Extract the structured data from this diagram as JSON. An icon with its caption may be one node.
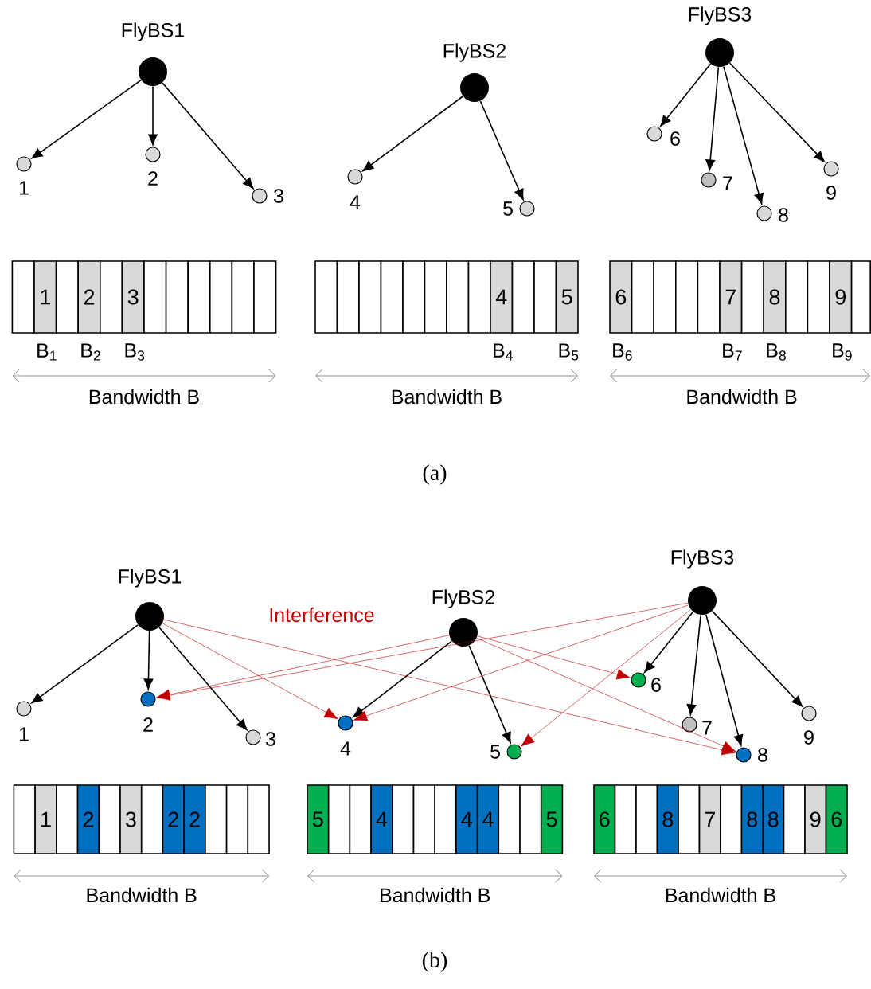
{
  "diagram": {
    "nodes": [
      {
        "text": [
          "FlyBS1"
        ]
      },
      {
        "text": [
          "1"
        ]
      },
      {
        "text": [
          "2"
        ]
      },
      {
        "text": [
          "3"
        ]
      },
      {
        "text": [
          "FlyBS2"
        ]
      },
      {
        "text": [
          "4"
        ]
      },
      {
        "text": [
          "5"
        ]
      },
      {
        "text": [
          "FlyBS3"
        ]
      },
      {
        "text": [
          "6"
        ]
      },
      {
        "text": [
          "7"
        ]
      },
      {
        "text": [
          "8"
        ]
      },
      {
        "text": [
          "9"
        ]
      },
      {
        "text": [],
        "shape": "box"
      },
      {
        "text": [
          "1"
        ]
      },
      {
        "text": [],
        "shape": "box"
      },
      {
        "text": [
          "2"
        ]
      },
      {
        "text": [],
        "shape": "box"
      },
      {
        "text": [
          "3"
        ]
      },
      {
        "text": [],
        "shape": "box"
      },
      {
        "text": [],
        "shape": "box"
      },
      {
        "text": [],
        "shape": "box"
      },
      {
        "text": [],
        "shape": "box"
      },
      {
        "text": [],
        "shape": "box"
      },
      {
        "text": [],
        "shape": "box"
      },
      {
        "text": [],
        "shape": "box"
      },
      {
        "text": [],
        "shape": "box"
      },
      {
        "text": [],
        "shape": "box"
      },
      {
        "text": [],
        "shape": "box"
      },
      {
        "text": [],
        "shape": "box"
      },
      {
        "text": [],
        "shape": "box"
      },
      {
        "text": [],
        "shape": "box"
      },
      {
        "text": [],
        "shape": "box"
      },
      {
        "text": [
          "4"
        ]
      },
      {
        "text": [],
        "shape": "box"
      },
      {
        "text": [],
        "shape": "box"
      },
      {
        "text": [
          "5"
        ]
      },
      {
        "text": [
          "6"
        ]
      },
      {
        "text": [],
        "shape": "box"
      },
      {
        "text": [],
        "shape": "box"
      },
      {
        "text": [],
        "shape": "box"
      },
      {
        "text": [],
        "shape": "box"
      },
      {
        "text": [
          "7"
        ]
      },
      {
        "text": [],
        "shape": "box"
      },
      {
        "text": [
          "8"
        ]
      },
      {
        "text": [],
        "shape": "box"
      },
      {
        "text": [],
        "shape": "box"
      },
      {
        "text": [
          "9"
        ]
      },
      {
        "text": [],
        "shape": "box"
      },
      {
        "text": [
          "FlyBS1"
        ]
      },
      {
        "text": [
          "1"
        ]
      },
      {
        "text": [
          "2"
        ]
      },
      {
        "text": [
          "3"
        ]
      },
      {
        "text": [
          "FlyBS2"
        ]
      },
      {
        "text": [
          "4"
        ]
      },
      {
        "text": [
          "5"
        ]
      },
      {
        "text": [
          "FlyBS3"
        ]
      },
      {
        "text": [
          "6"
        ]
      },
      {
        "text": [
          "7"
        ]
      },
      {
        "text": [
          "8"
        ]
      },
      {
        "text": [
          "9"
        ]
      },
      {
        "text": [],
        "shape": "box"
      },
      {
        "text": [
          "1"
        ]
      },
      {
        "text": [],
        "shape": "box"
      },
      {
        "text": [
          "2"
        ]
      },
      {
        "text": [],
        "shape": "box"
      },
      {
        "text": [
          "3"
        ]
      },
      {
        "text": [],
        "shape": "box"
      },
      {
        "text": [
          "2"
        ]
      },
      {
        "text": [
          "2"
        ]
      },
      {
        "text": [],
        "shape": "box"
      },
      {
        "text": [],
        "shape": "box"
      },
      {
        "text": [],
        "shape": "box"
      },
      {
        "text": [
          "5"
        ]
      },
      {
        "text": [],
        "shape": "box"
      },
      {
        "text": [],
        "shape": "box"
      },
      {
        "text": [
          "4"
        ]
      },
      {
        "text": [],
        "shape": "box"
      },
      {
        "text": [],
        "shape": "box"
      },
      {
        "text": [],
        "shape": "box"
      },
      {
        "text": [
          "4"
        ]
      },
      {
        "text": [
          "4"
        ]
      },
      {
        "text": [],
        "shape": "box"
      },
      {
        "text": [],
        "shape": "box"
      },
      {
        "text": [
          "5"
        ]
      },
      {
        "text": [
          "6"
        ]
      },
      {
        "text": [],
        "shape": "box"
      },
      {
        "text": [],
        "shape": "box"
      },
      {
        "text": [
          "8"
        ]
      },
      {
        "text": [],
        "shape": "box"
      },
      {
        "text": [
          "7"
        ]
      },
      {
        "text": [],
        "shape": "box"
      },
      {
        "text": [
          "8"
        ]
      },
      {
        "text": [
          "8"
        ]
      },
      {
        "text": [],
        "shape": "box"
      },
      {
        "text": [
          "9"
        ]
      },
      {
        "text": [
          "6"
        ]
      }
    ],
    "edges": [
      {
        "from": 0,
        "to": 1,
        "arrow": "to"
      },
      {
        "from": 0,
        "to": 2,
        "arrow": "to"
      },
      {
        "from": 0,
        "to": 3,
        "arrow": "to"
      },
      {
        "from": 4,
        "to": 5,
        "arrow": "to"
      },
      {
        "from": 4,
        "to": 6,
        "arrow": "to"
      },
      {
        "from": 7,
        "to": 8,
        "arrow": "to"
      },
      {
        "from": 7,
        "to": 9,
        "arrow": "to"
      },
      {
        "from": 7,
        "to": 10,
        "arrow": "to"
      },
      {
        "from": 7,
        "to": 11,
        "arrow": "to"
      },
      {
        "from": 48,
        "to": 49,
        "arrow": "to"
      },
      {
        "from": 48,
        "to": 50,
        "arrow": "to"
      },
      {
        "from": 48,
        "to": 51,
        "arrow": "to"
      },
      {
        "from": 52,
        "to": 53,
        "arrow": "to"
      },
      {
        "from": 52,
        "to": 54,
        "arrow": "to"
      },
      {
        "from": 55,
        "to": 56,
        "arrow": "to"
      },
      {
        "from": 55,
        "to": 57,
        "arrow": "to"
      },
      {
        "from": 55,
        "to": 58,
        "arrow": "to"
      },
      {
        "from": 55,
        "to": 59,
        "arrow": "to"
      },
      {
        "from": 48,
        "to": 53,
        "arrow": "to",
        "color": "#c00000"
      },
      {
        "from": 48,
        "to": 58,
        "arrow": "to",
        "color": "#c00000"
      },
      {
        "from": 52,
        "to": 50,
        "arrow": "to",
        "color": "#c00000"
      },
      {
        "from": 52,
        "to": 56,
        "arrow": "to",
        "color": "#c00000"
      },
      {
        "from": 52,
        "to": 58,
        "arrow": "to",
        "color": "#c00000"
      },
      {
        "from": 55,
        "to": 50,
        "arrow": "to",
        "color": "#c00000"
      },
      {
        "from": 55,
        "to": 53,
        "arrow": "to",
        "color": "#c00000"
      },
      {
        "from": 55,
        "to": 54,
        "arrow": "to",
        "color": "#c00000"
      }
    ],
    "labels": [
      "B$_{1}$",
      "B$_{2}$",
      "B$_{3}$",
      "B$_{4}$",
      "B$_{5}$",
      "B$_{6}$",
      "B$_{7}$",
      "B$_{8}$",
      "B$_{9}$",
      "Bandwidth B",
      "Bandwidth B",
      "Bandwidth B",
      "(a)",
      "Interference",
      "Bandwidth B",
      "Bandwidth B",
      "Bandwidth B",
      "(b)"
    ]
  }
}
